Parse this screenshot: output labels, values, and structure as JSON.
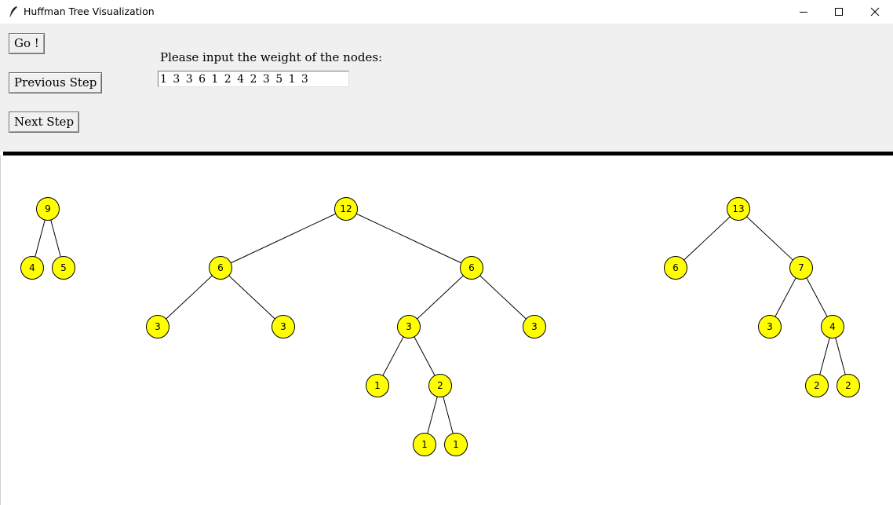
{
  "window": {
    "title": "Huffman Tree Visualization"
  },
  "toolbar": {
    "go_label": "Go !",
    "previous_label": "Previous Step",
    "next_label": "Next Step",
    "prompt": "Please input the weight of the nodes:",
    "weights_value": "1 3 3 6 1 2 4 2 3 5 1 3"
  },
  "colors": {
    "node_fill": "#ffff00",
    "node_stroke": "#000000",
    "edge": "#000000",
    "divider": "#000000",
    "toolbar_bg": "#f0f0f0"
  },
  "trees": [
    {
      "value": "9",
      "children": [
        {
          "value": "4"
        },
        {
          "value": "5"
        }
      ]
    },
    {
      "value": "12",
      "children": [
        {
          "value": "6",
          "children": [
            {
              "value": "3"
            },
            {
              "value": "3"
            }
          ]
        },
        {
          "value": "6",
          "children": [
            {
              "value": "3",
              "children": [
                {
                  "value": "1"
                },
                {
                  "value": "2",
                  "children": [
                    {
                      "value": "1"
                    },
                    {
                      "value": "1"
                    }
                  ]
                }
              ]
            },
            {
              "value": "3"
            }
          ]
        }
      ]
    },
    {
      "value": "13",
      "children": [
        {
          "value": "6"
        },
        {
          "value": "7",
          "children": [
            {
              "value": "3"
            },
            {
              "value": "4",
              "children": [
                {
                  "value": "2"
                },
                {
                  "value": "2"
                }
              ]
            }
          ]
        }
      ]
    }
  ]
}
